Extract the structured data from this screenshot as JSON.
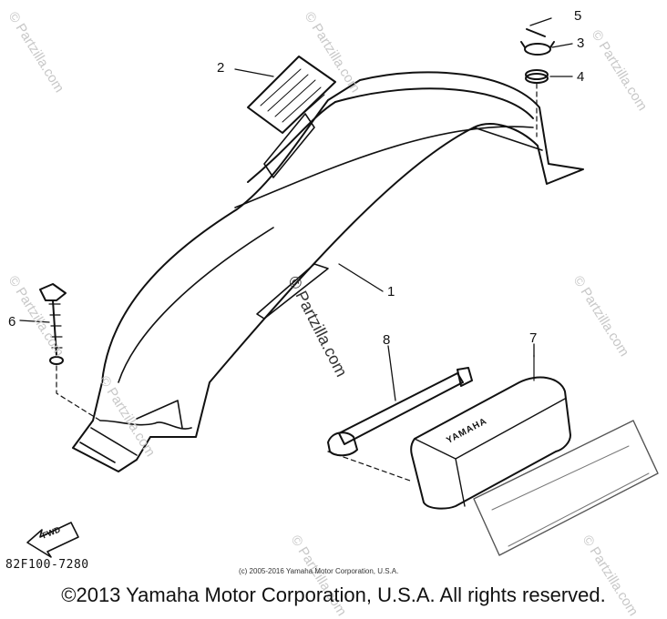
{
  "diagram": {
    "part_numbers": [
      "1",
      "2",
      "3",
      "4",
      "5",
      "6",
      "7",
      "8"
    ],
    "fwd_label": "FWD",
    "box_label": "YAMAHA",
    "diagram_code": "82F100-7280",
    "small_copyright": "(c) 2005-2016 Yamaha Motor Corporation, U.S.A.",
    "footer_copyright": "©2013 Yamaha Motor Corporation, U.S.A. All rights reserved.",
    "watermark_text": "© Partzilla.com"
  },
  "colors": {
    "line": "#111111",
    "watermark": "#c8c8c8",
    "background": "#ffffff"
  }
}
